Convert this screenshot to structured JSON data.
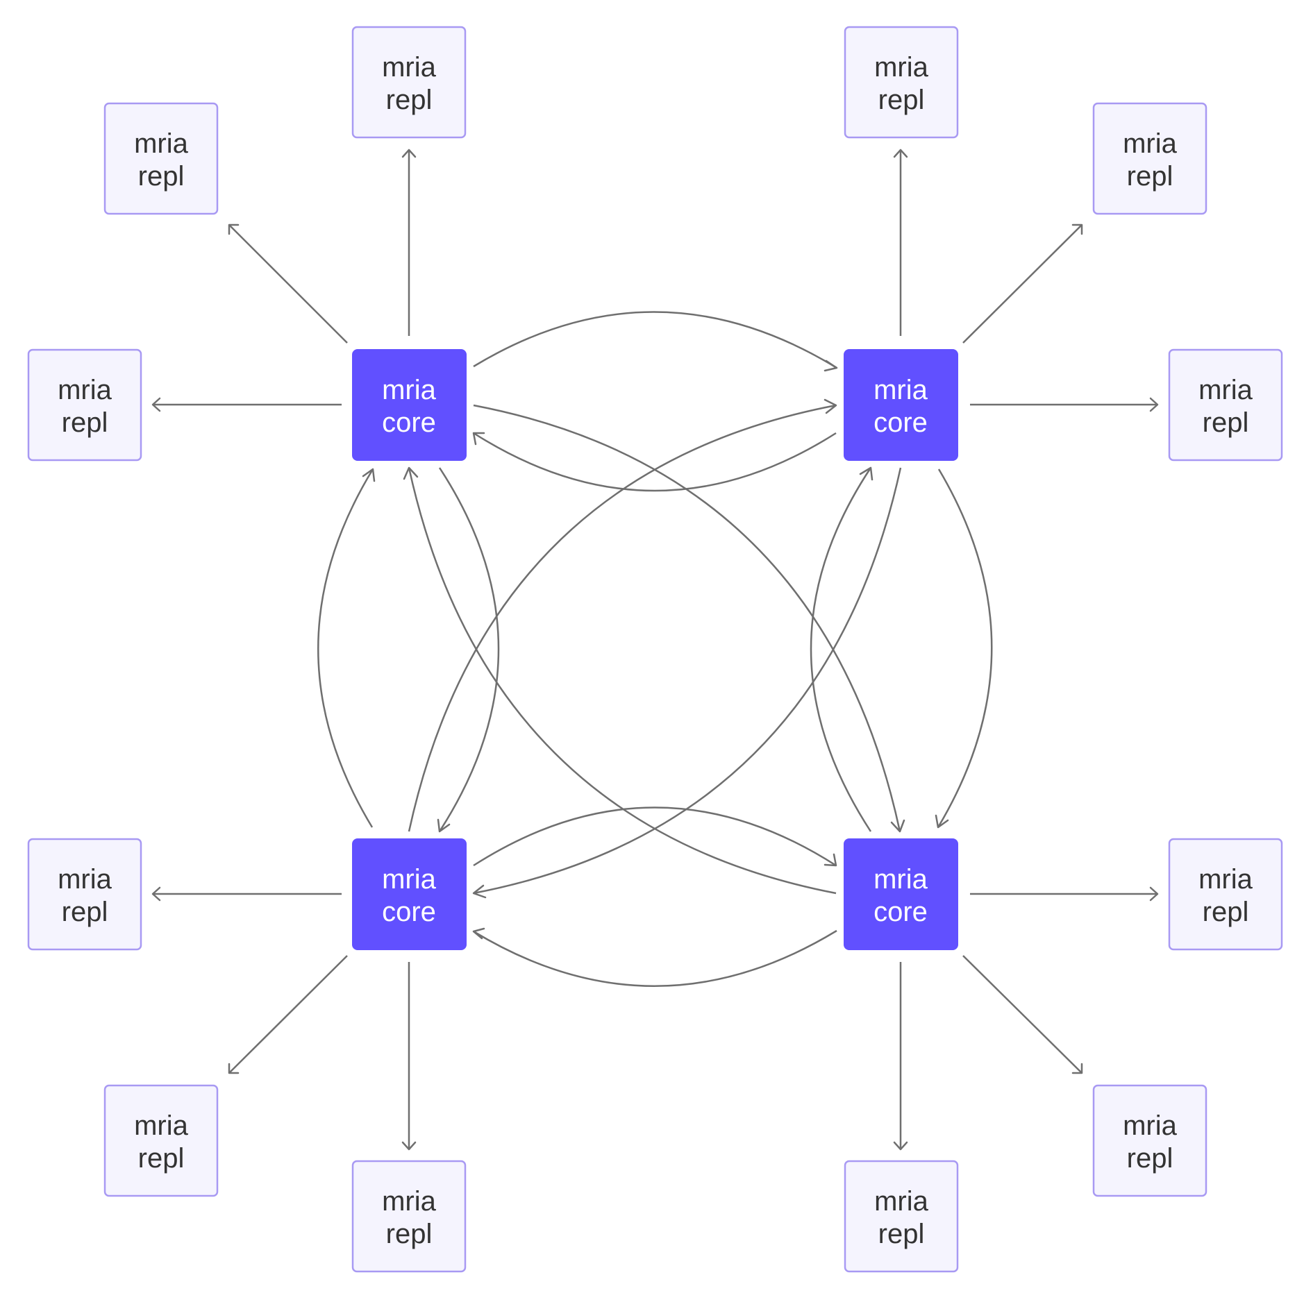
{
  "colors": {
    "core_fill": "#6150ff",
    "core_text": "#ffffff",
    "repl_fill": "#f5f4fe",
    "repl_border": "#a899f3",
    "repl_text": "#333333",
    "edge": "#6f6f6f"
  },
  "core_nodes": [
    {
      "id": "core_tl",
      "line1": "mria",
      "line2": "core"
    },
    {
      "id": "core_tr",
      "line1": "mria",
      "line2": "core"
    },
    {
      "id": "core_bl",
      "line1": "mria",
      "line2": "core"
    },
    {
      "id": "core_br",
      "line1": "mria",
      "line2": "core"
    }
  ],
  "repl_nodes": [
    {
      "id": "repl_tl_top",
      "parent": "core_tl",
      "line1": "mria",
      "line2": "repl"
    },
    {
      "id": "repl_tl_diag",
      "parent": "core_tl",
      "line1": "mria",
      "line2": "repl"
    },
    {
      "id": "repl_tl_left",
      "parent": "core_tl",
      "line1": "mria",
      "line2": "repl"
    },
    {
      "id": "repl_tr_top",
      "parent": "core_tr",
      "line1": "mria",
      "line2": "repl"
    },
    {
      "id": "repl_tr_diag",
      "parent": "core_tr",
      "line1": "mria",
      "line2": "repl"
    },
    {
      "id": "repl_tr_right",
      "parent": "core_tr",
      "line1": "mria",
      "line2": "repl"
    },
    {
      "id": "repl_bl_left",
      "parent": "core_bl",
      "line1": "mria",
      "line2": "repl"
    },
    {
      "id": "repl_bl_diag",
      "parent": "core_bl",
      "line1": "mria",
      "line2": "repl"
    },
    {
      "id": "repl_bl_bottom",
      "parent": "core_bl",
      "line1": "mria",
      "line2": "repl"
    },
    {
      "id": "repl_br_right",
      "parent": "core_br",
      "line1": "mria",
      "line2": "repl"
    },
    {
      "id": "repl_br_diag",
      "parent": "core_br",
      "line1": "mria",
      "line2": "repl"
    },
    {
      "id": "repl_br_bottom",
      "parent": "core_br",
      "line1": "mria",
      "line2": "repl"
    }
  ],
  "core_edges": [
    {
      "from": "core_tl",
      "to": "core_tr"
    },
    {
      "from": "core_tr",
      "to": "core_tl"
    },
    {
      "from": "core_tl",
      "to": "core_bl"
    },
    {
      "from": "core_bl",
      "to": "core_tl"
    },
    {
      "from": "core_tl",
      "to": "core_br"
    },
    {
      "from": "core_br",
      "to": "core_tl"
    },
    {
      "from": "core_tr",
      "to": "core_bl"
    },
    {
      "from": "core_bl",
      "to": "core_tr"
    },
    {
      "from": "core_tr",
      "to": "core_br"
    },
    {
      "from": "core_br",
      "to": "core_tr"
    },
    {
      "from": "core_bl",
      "to": "core_br"
    },
    {
      "from": "core_br",
      "to": "core_bl"
    }
  ]
}
